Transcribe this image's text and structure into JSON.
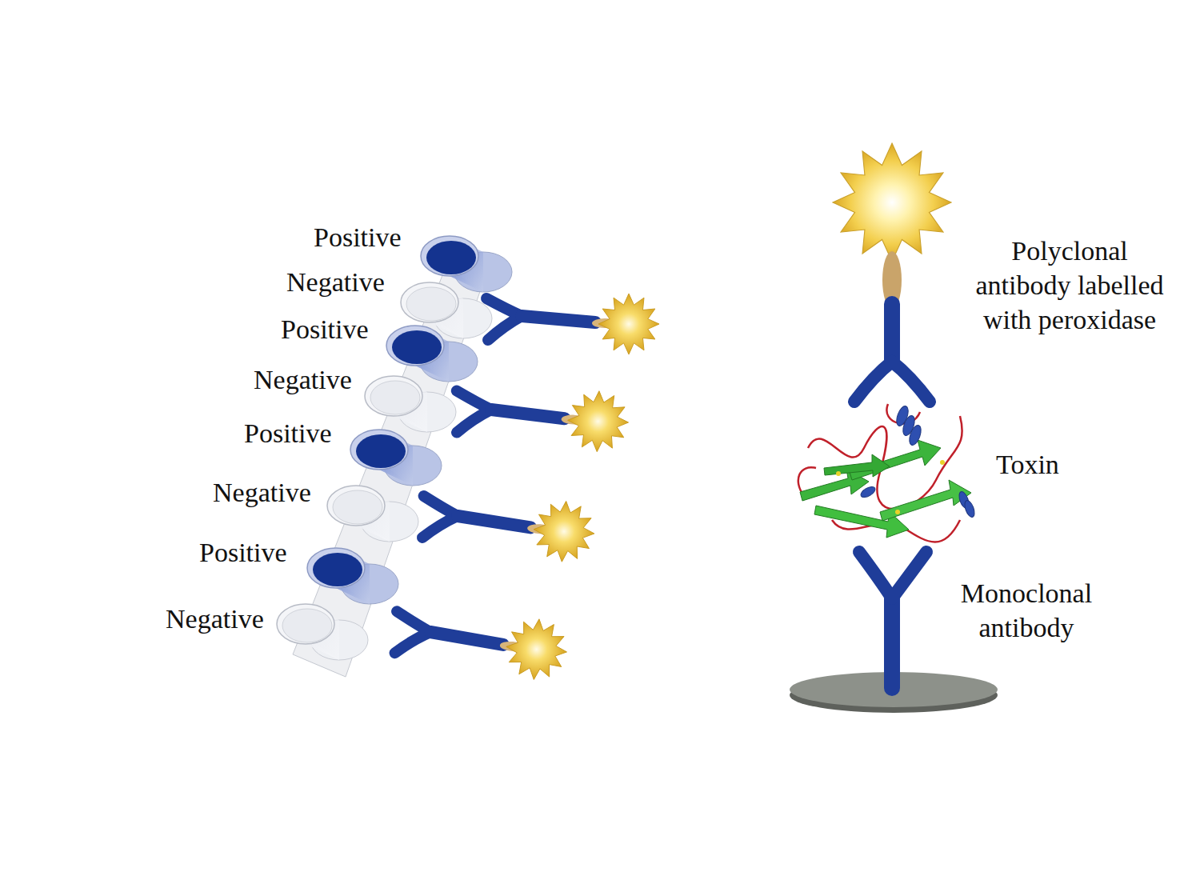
{
  "diagram": {
    "labels": [
      "Positive",
      "Negative",
      "Positive",
      "Negative",
      "Positive",
      "Negative",
      "Positive",
      "Negative",
      "Polyclonal antibody labelled with peroxidase",
      "Toxin",
      "Monoclonal antibody"
    ]
  }
}
